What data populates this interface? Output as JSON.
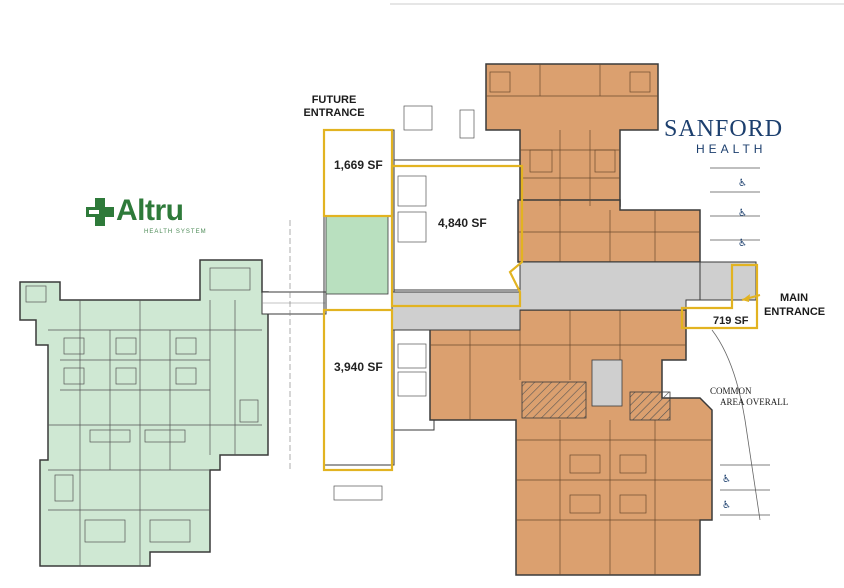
{
  "labels": {
    "future_entrance_1": "FUTURE",
    "future_entrance_2": "ENTRANCE",
    "main_entrance_1": "MAIN",
    "main_entrance_2": "ENTRANCE",
    "common_area_1": "COMMON",
    "common_area_2": "AREA OVERALL"
  },
  "suites": [
    {
      "id": "suite-1669",
      "area": "1,669 SF"
    },
    {
      "id": "suite-4840",
      "area": "4,840 SF"
    },
    {
      "id": "suite-3940",
      "area": "3,940 SF"
    },
    {
      "id": "suite-719",
      "area": "719 SF"
    }
  ],
  "logos": {
    "altru": {
      "name": "Altru",
      "subtitle": "HEALTH SYSTEM"
    },
    "sanford": {
      "name": "SANFORD",
      "subtitle": "HEALTH"
    }
  },
  "colors": {
    "altru_fill": "#cfe8d3",
    "sanford_fill": "#dba06f",
    "corridor": "#cfcfcf",
    "suite_outline": "#e2b321",
    "wall": "#3a3a3a",
    "vacant_green": "#b9e0bf"
  }
}
